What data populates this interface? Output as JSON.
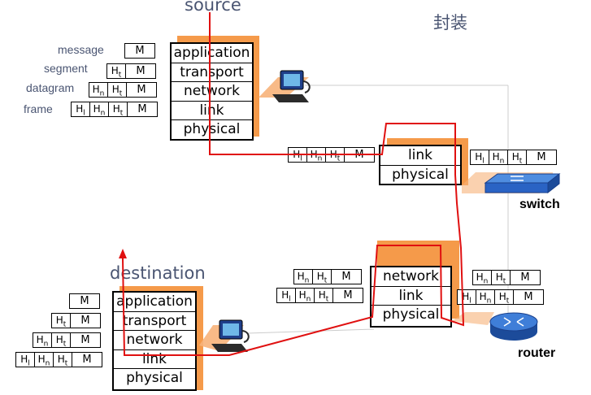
{
  "titles": {
    "source": "source",
    "encap": "封装",
    "destination": "destination"
  },
  "layer_labels": [
    "message",
    "segment",
    "datagram",
    "frame"
  ],
  "source_stack": [
    "application",
    "transport",
    "network",
    "link",
    "physical"
  ],
  "dest_stack": [
    "application",
    "transport",
    "network",
    "link",
    "physical"
  ],
  "switch_stack": [
    "link",
    "physical"
  ],
  "router_stack": [
    "network",
    "link",
    "physical"
  ],
  "devices": {
    "switch": "switch",
    "router": "router"
  },
  "headers": {
    "H_t": "t",
    "H_n": "n",
    "H_l": "l",
    "H": "H",
    "M": "M"
  },
  "colors": {
    "accent": "#f59a4a",
    "path": "#e01010",
    "text": "#4a5572"
  }
}
